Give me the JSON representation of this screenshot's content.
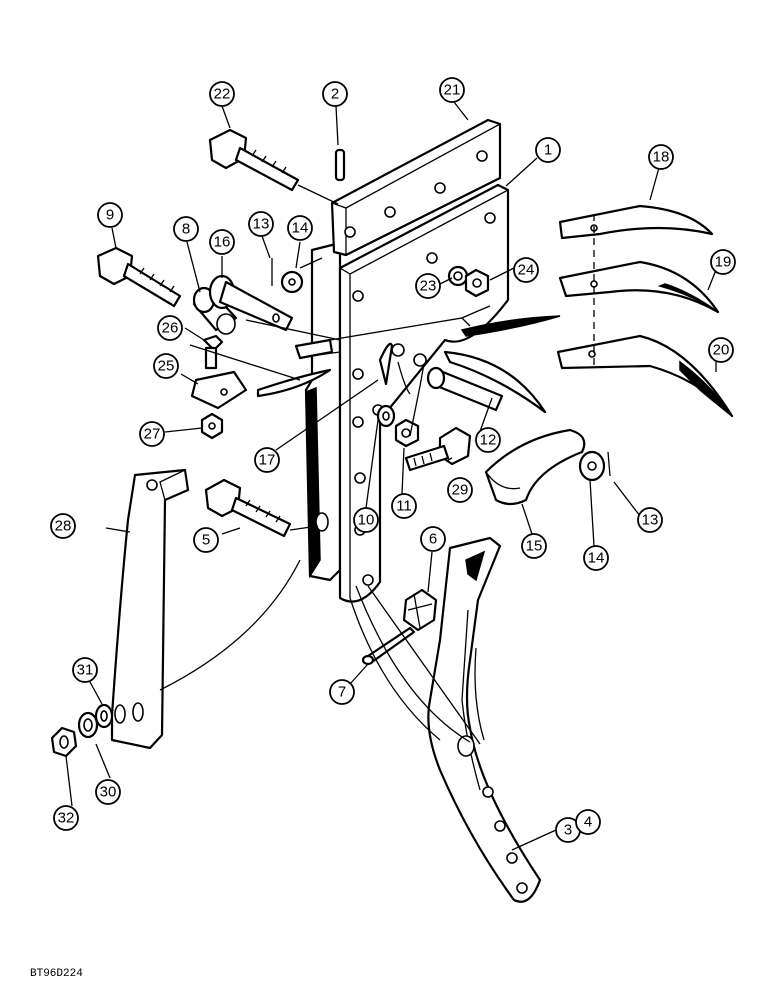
{
  "figure_code": "BT96D224",
  "callouts": [
    "1",
    "2",
    "3",
    "4",
    "5",
    "6",
    "7",
    "8",
    "9",
    "10",
    "11",
    "12",
    "13",
    "13",
    "14",
    "14",
    "15",
    "16",
    "17",
    "18",
    "19",
    "20",
    "21",
    "22",
    "23",
    "24",
    "25",
    "26",
    "27",
    "28",
    "29",
    "30",
    "31",
    "32"
  ]
}
